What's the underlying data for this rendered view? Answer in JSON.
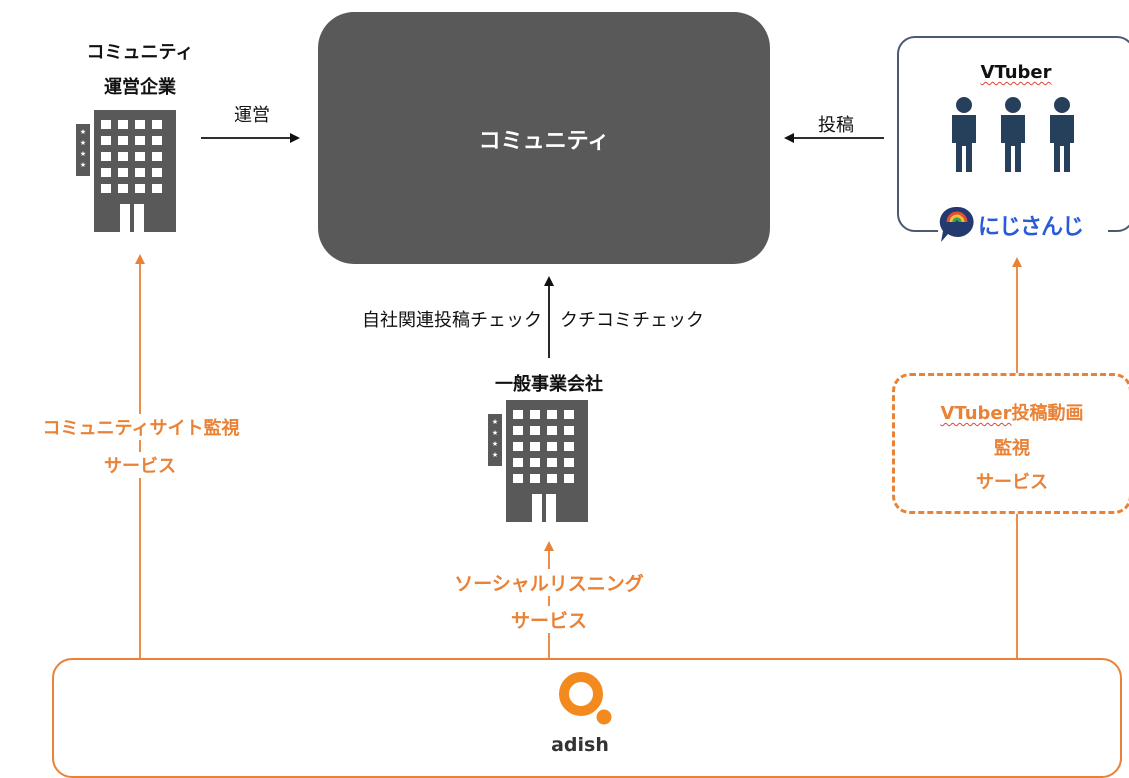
{
  "nodes": {
    "community_operator": {
      "line1": "コミュニティ",
      "line2": "運営企業"
    },
    "community": "コミュニティ",
    "vtuber_group": {
      "title": "VTuber",
      "logo_text": "にじさんじ"
    },
    "general_company": "一般事業会社",
    "adish_logo_text": "adish"
  },
  "edges": {
    "operate": "運営",
    "post": "投稿",
    "own_post_check": "自社関連投稿チェック",
    "review_check": "クチコミチェック"
  },
  "services": {
    "community_monitoring": {
      "line1": "コミュニティサイト監視",
      "line2": "サービス"
    },
    "social_listening": {
      "line1": "ソーシャルリスニング",
      "line2": "サービス"
    },
    "vtuber_monitoring": {
      "line1_vtuber": "VTuber",
      "line1_rest": "投稿動画",
      "line2": "監視",
      "line3": "サービス"
    }
  },
  "colors": {
    "accent_orange": "#e98236",
    "community_box": "#595959",
    "building": "#595959",
    "person": "#263f5a",
    "vtuber_border": "#4a5a70"
  },
  "icons": [
    "building-icon",
    "person-icon",
    "nijisanji-logo",
    "adish-logo"
  ]
}
